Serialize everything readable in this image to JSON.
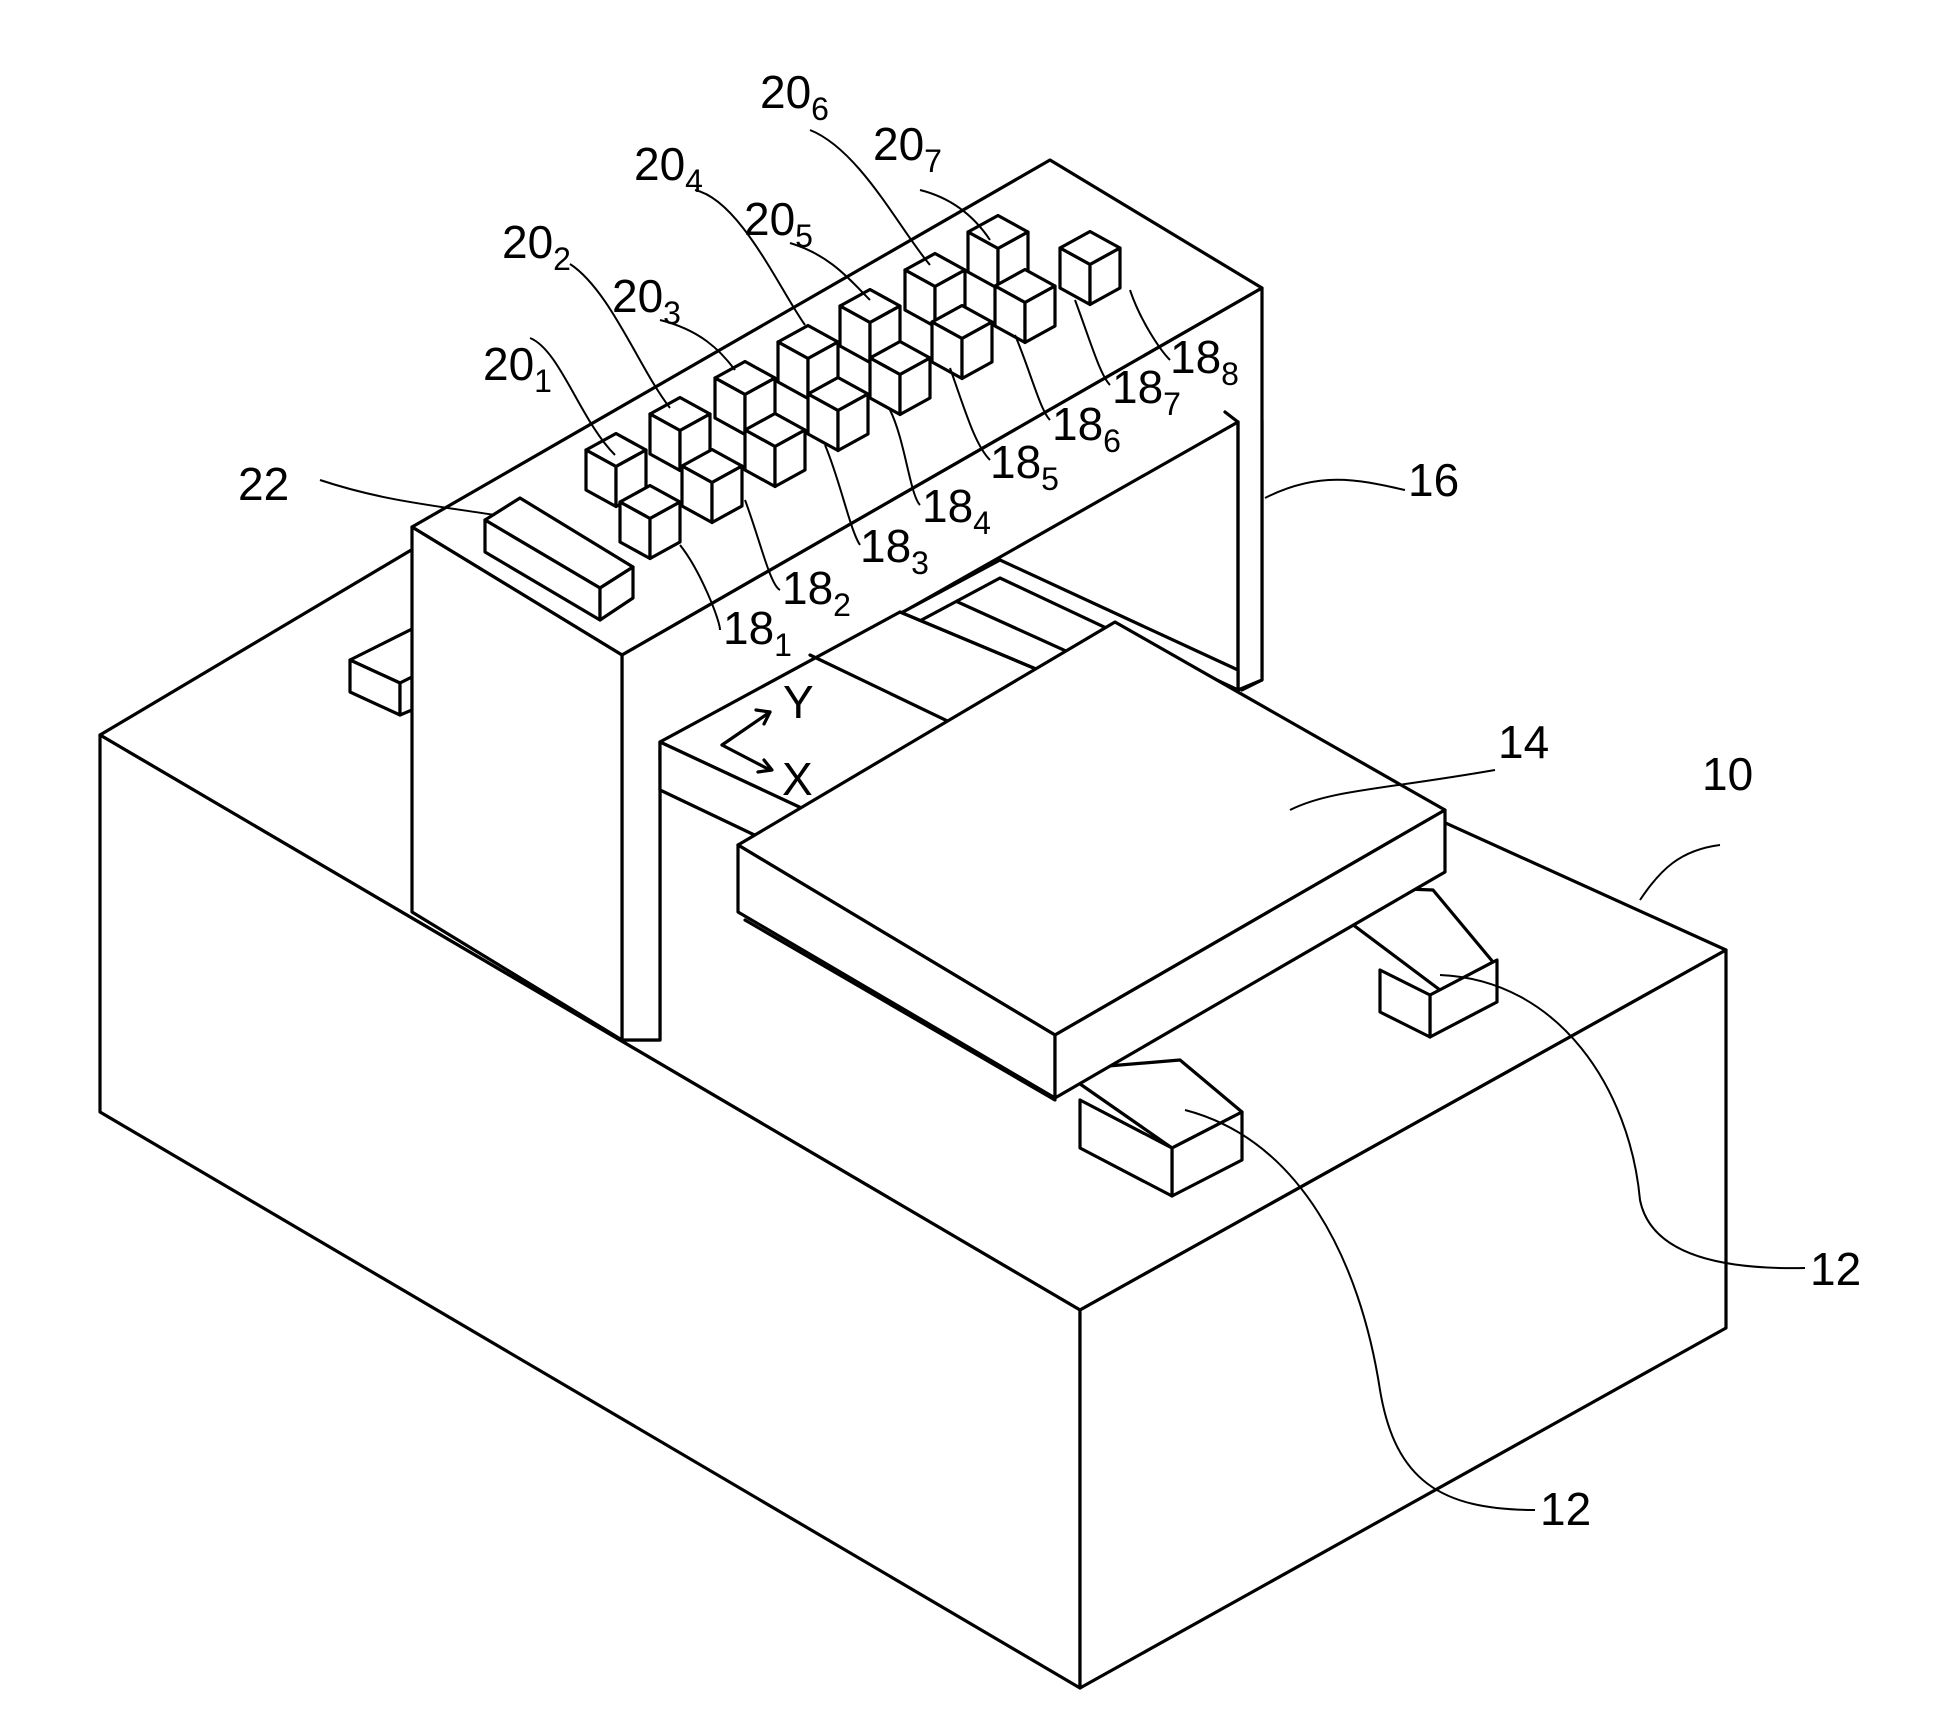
{
  "labels": {
    "l201": {
      "num": "20",
      "sub": "1"
    },
    "l202": {
      "num": "20",
      "sub": "2"
    },
    "l203": {
      "num": "20",
      "sub": "3"
    },
    "l204": {
      "num": "20",
      "sub": "4"
    },
    "l205": {
      "num": "20",
      "sub": "5"
    },
    "l206": {
      "num": "20",
      "sub": "6"
    },
    "l207": {
      "num": "20",
      "sub": "7"
    },
    "l22": "22",
    "l181": {
      "num": "18",
      "sub": "1"
    },
    "l182": {
      "num": "18",
      "sub": "2"
    },
    "l183": {
      "num": "18",
      "sub": "3"
    },
    "l184": {
      "num": "18",
      "sub": "4"
    },
    "l185": {
      "num": "18",
      "sub": "5"
    },
    "l186": {
      "num": "18",
      "sub": "6"
    },
    "l187": {
      "num": "18",
      "sub": "7"
    },
    "l188": {
      "num": "18",
      "sub": "8"
    },
    "l16": "16",
    "l14": "14",
    "l10": "10",
    "l12a": "12",
    "l12b": "12",
    "axis_y": "Y",
    "axis_x": "X"
  },
  "colors": {
    "line": "#000000",
    "background": "#ffffff"
  }
}
